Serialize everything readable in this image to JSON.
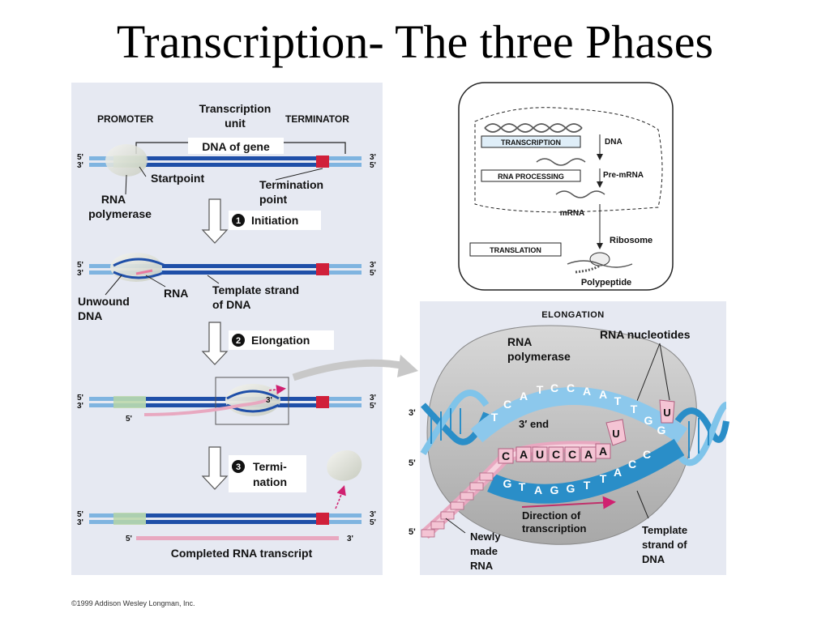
{
  "title": "Transcription- The three Phases",
  "left_panel": {
    "promoter": "PROMOTER",
    "transcription_unit_1": "Transcription",
    "transcription_unit_2": "unit",
    "terminator": "TERMINATOR",
    "dna_of_gene": "DNA of gene",
    "startpoint": "Startpoint",
    "termination_point_1": "Termination",
    "termination_point_2": "point",
    "rna_polymerase_1": "RNA",
    "rna_polymerase_2": "polymerase",
    "step1_num": "1",
    "step1_label": "Initiation",
    "unwound_dna_1": "Unwound",
    "unwound_dna_2": "DNA",
    "rna": "RNA",
    "template_strand_1": "Template strand",
    "template_strand_2": "of DNA",
    "step2_num": "2",
    "step2_label": "Elongation",
    "step3_num": "3",
    "step3_label_1": "Termi-",
    "step3_label_2": "nation",
    "completed_rna": "Completed RNA transcript",
    "end_5": "5'",
    "end_3": "3'"
  },
  "overview_panel": {
    "transcription": "TRANSCRIPTION",
    "dna": "DNA",
    "rna_processing": "RNA PROCESSING",
    "pre_mrna": "Pre-mRNA",
    "mrna": "mRNA",
    "translation": "TRANSLATION",
    "ribosome": "Ribosome",
    "polypeptide": "Polypeptide"
  },
  "elongation_panel": {
    "heading": "ELONGATION",
    "rna_polymerase_1": "RNA",
    "rna_polymerase_2": "polymerase",
    "rna_nucleotides": "RNA nucleotides",
    "three_prime_end": "3′ end",
    "top_bases": [
      "T",
      "C",
      "A",
      "T",
      "C",
      "C",
      "A",
      "A",
      "T",
      "T",
      "G",
      "G"
    ],
    "rna_bases": [
      "C",
      "A",
      "U",
      "C",
      "C",
      "A",
      "A"
    ],
    "template_bases": [
      "G",
      "T",
      "A",
      "G",
      "G",
      "T",
      "T",
      "A",
      "C",
      "C"
    ],
    "free_nucleotides": [
      "U",
      "U"
    ],
    "direction_1": "Direction of",
    "direction_2": "transcription",
    "template_1": "Template",
    "template_2": "strand of",
    "template_3": "DNA",
    "newly_1": "Newly",
    "newly_2": "made",
    "newly_3": "RNA",
    "end_3": "3'",
    "end_5": "5'"
  },
  "copyright": "©1999 Addison Wesley Longman, Inc.",
  "colors": {
    "dna_blue": "#1f4fa8",
    "light_blue": "#7fb4e0",
    "terminator_red": "#d0203a",
    "promoter_green": "#b8d6a4",
    "rna_pink": "#e8a8c0",
    "panel_bg": "#e6e9f2",
    "polymerase_gray": "#c9c9c9"
  }
}
